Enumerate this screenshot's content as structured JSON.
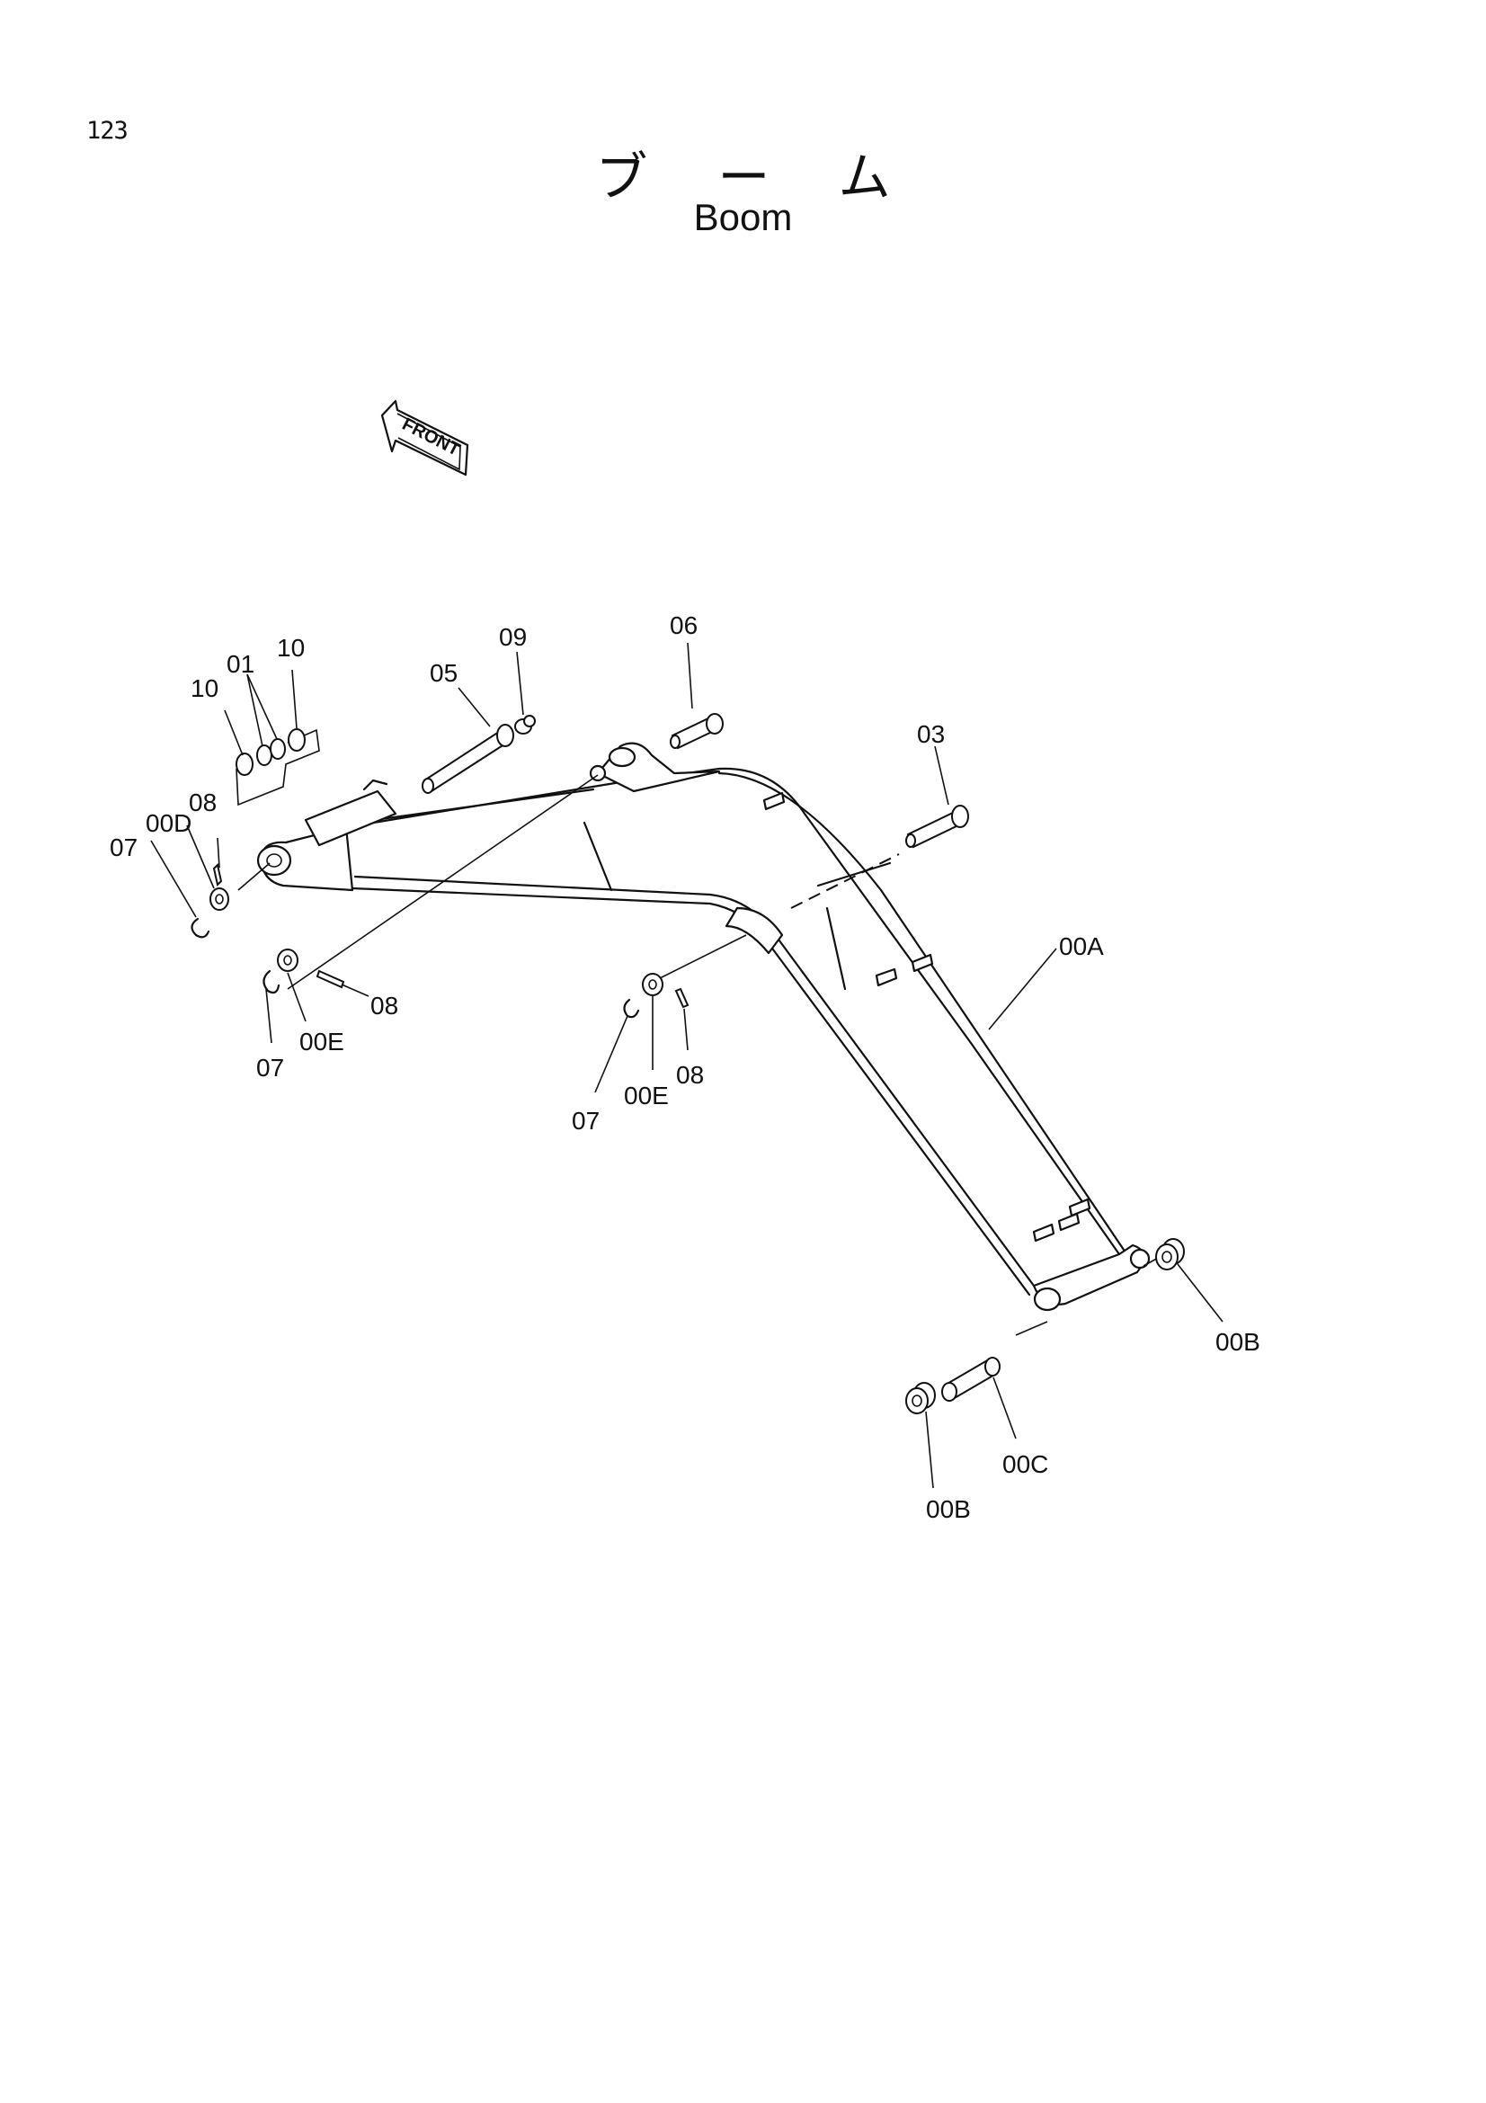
{
  "page": {
    "number": "123",
    "title_jp": "ブーム",
    "title_en": "Boom"
  },
  "direction_marker": {
    "label": "FRONT",
    "icon": "front-arrow-icon"
  },
  "callouts": {
    "c01": "01",
    "c03": "03",
    "c05": "05",
    "c06": "06",
    "c07a": "07",
    "c07b": "07",
    "c07c": "07",
    "c08a": "08",
    "c08b": "08",
    "c08c": "08",
    "c09": "09",
    "c10a": "10",
    "c10b": "10",
    "c00a": "00A",
    "c00b1": "00B",
    "c00b2": "00B",
    "c00c": "00C",
    "c00d": "00D",
    "c00e1": "00E",
    "c00e2": "00E"
  }
}
